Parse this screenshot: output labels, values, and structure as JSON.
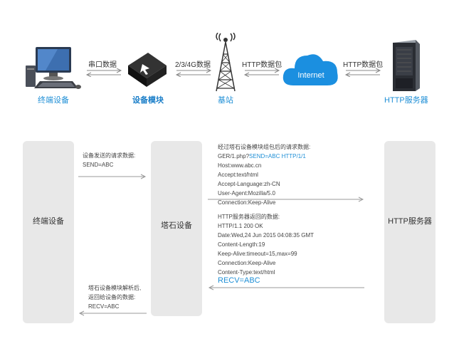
{
  "top": {
    "terminal": "终端设备",
    "module": "设备模块",
    "station": "基站",
    "internet": "Internet",
    "server": "HTTP服务器",
    "link1": "串口数据",
    "link2": "2/3/4G数据",
    "link3": "HTTP数据包",
    "link4": "HTTP数据包"
  },
  "lanes": {
    "left": "终端设备",
    "middle": "塔石设备",
    "right": "HTTP服务器"
  },
  "messages": {
    "send": [
      "设备发送的请求数据:",
      "SEND=ABC"
    ],
    "request_title": "经过塔石设备模块组包后的请求数据:",
    "request_line_prefix": "GER/1.php?",
    "request_line_highlight": "SEND=ABC HTTP/1/1",
    "request_headers": [
      "Host:www.abc.cn",
      "Accept:text/html",
      "Accept-Language:zh-CN",
      "User-Agent:Mozilla/5.0",
      "Connection:Keep-Alive"
    ],
    "response_lines": [
      "HTTP服务器返回的数据:",
      "HTTP/1.1 200 OK",
      "Date:Wed,24 Jun 2015 04:08:35 GMT",
      "Content-Length:19",
      "Keep-Alive:timeout=15,max=99",
      "Connection:Keep-Alive",
      "Content-Type:text/html"
    ],
    "recv": "RECV=ABC",
    "return": [
      "塔石设备模块解析后,",
      "返回给设备的数据:",
      "RECV=ABC"
    ]
  }
}
